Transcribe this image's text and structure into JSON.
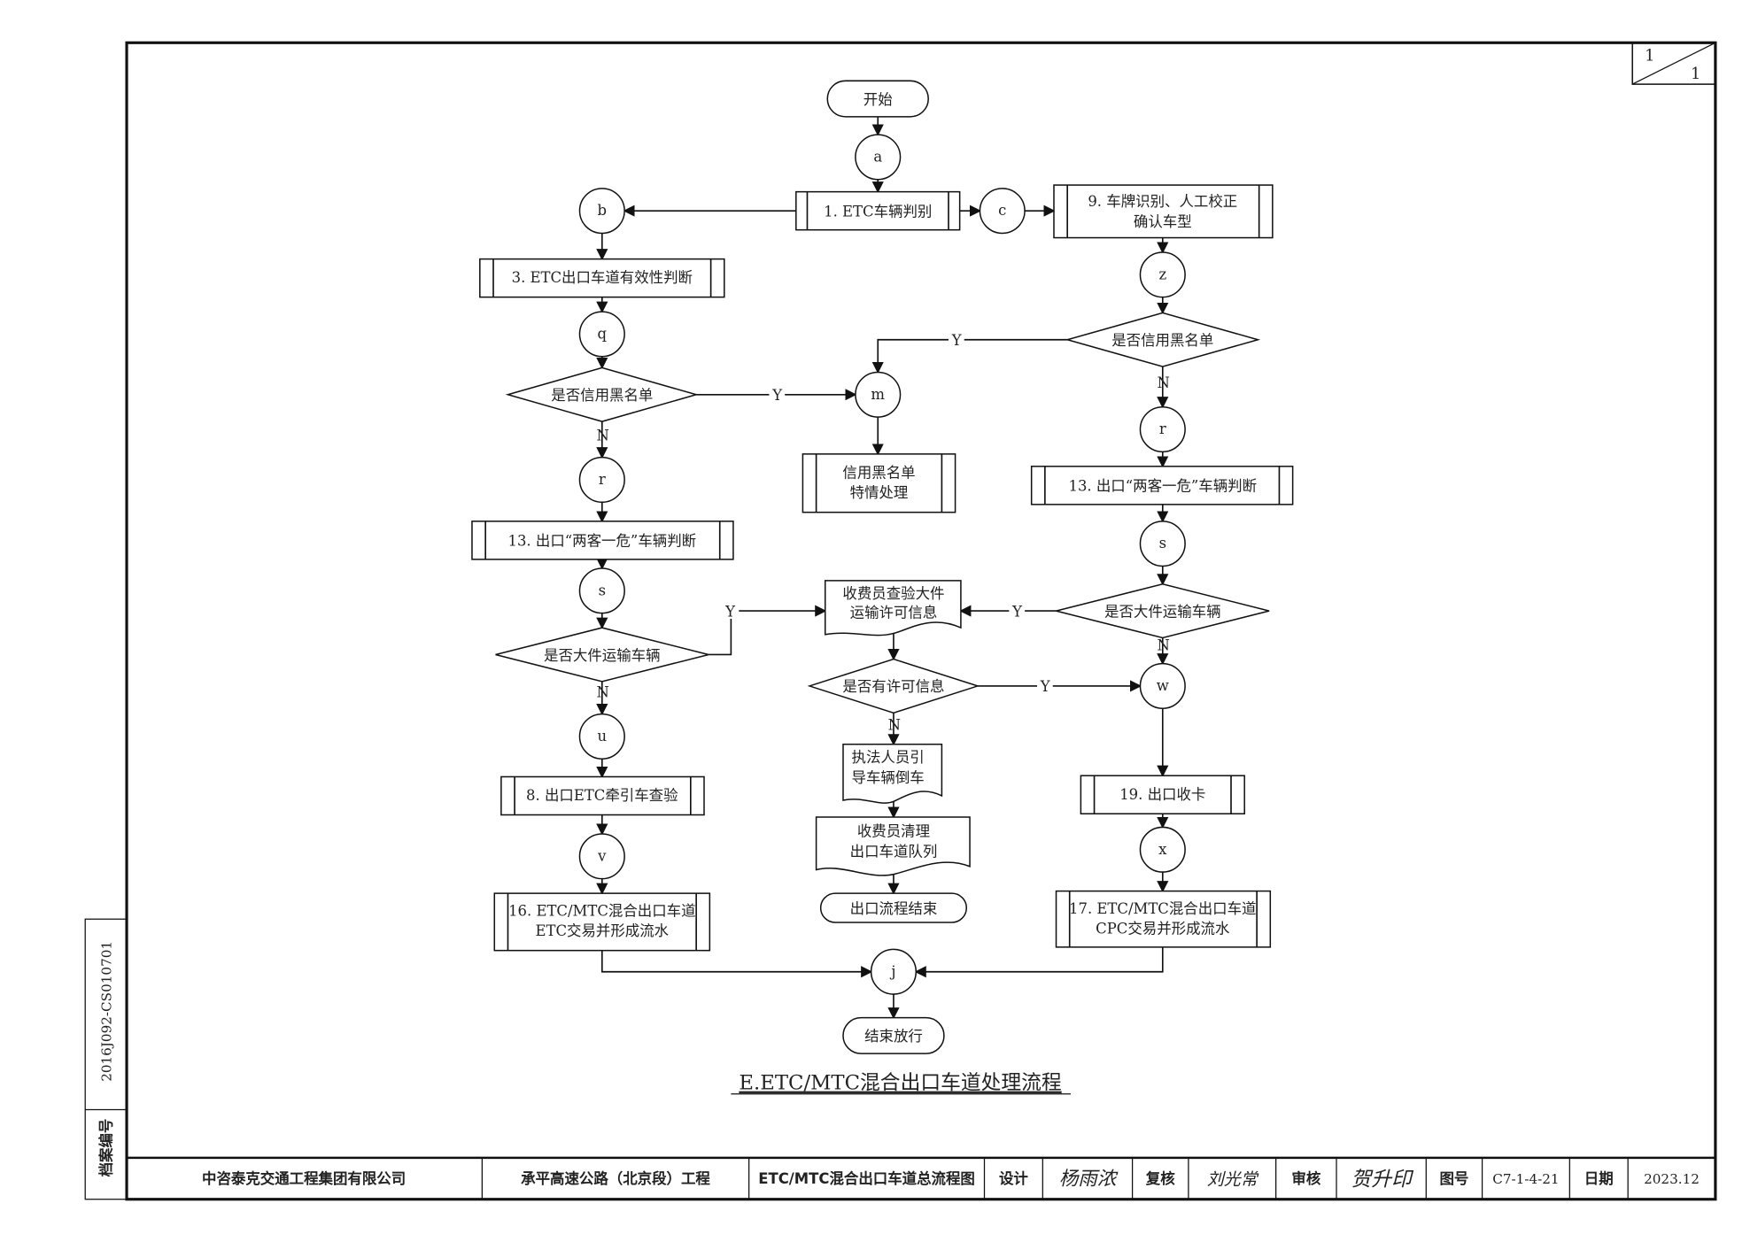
{
  "page": {
    "sheet_current": "1",
    "sheet_total": "1"
  },
  "side": {
    "code": "2016J092-CS010701",
    "label": "档案编号"
  },
  "nodes": {
    "start": "开始",
    "a": "a",
    "b": "b",
    "c": "c",
    "q": "q",
    "m": "m",
    "z": "z",
    "r1": "r",
    "r2": "r",
    "s1": "s",
    "s2": "s",
    "u": "u",
    "v": "v",
    "w": "w",
    "x": "x",
    "j": "j",
    "n1": "1. ETC车辆判别",
    "n9_l1": "9. 车牌识别、人工校正",
    "n9_l2": "确认车型",
    "n3": "3. ETC出口车道有效性判断",
    "blacklist_q": "是否信用黑名单",
    "blacklist_q2": "是否信用黑名单",
    "blacklist_l1": "信用黑名单",
    "blacklist_l2": "特情处理",
    "n13a": "13. 出口“两客一危”车辆判断",
    "n13b": "13. 出口“两客一危”车辆判断",
    "big_q1": "是否大件运输车辆",
    "big_q2": "是否大件运输车辆",
    "check_l1": "收费员查验大件",
    "check_l2": "运输许可信息",
    "permit_q": "是否有许可信息",
    "law_l1": "执法人员引",
    "law_l2": "导车辆倒车",
    "clear_l1": "收费员清理",
    "clear_l2": "出口车道队列",
    "exit_end": "出口流程结束",
    "n8": "8. 出口ETC牵引车查验",
    "n19": "19. 出口收卡",
    "n16_l1": "16. ETC/MTC混合出口车道",
    "n16_l2": "ETC交易并形成流水",
    "n17_l1": "17. ETC/MTC混合出口车道",
    "n17_l2": "CPC交易并形成流水",
    "finish": "结束放行",
    "yes": "Y",
    "no": "N"
  },
  "caption": "E.ETC/MTC混合出口车道处理流程",
  "titleblock": {
    "company": "中咨泰克交通工程集团有限公司",
    "project": "承平高速公路（北京段）工程",
    "drawing": "ETC/MTC混合出口车道总流程图",
    "design_label": "设计",
    "design_sig": "杨雨浓",
    "review_label": "复核",
    "review_sig": "刘光常",
    "approve_label": "审核",
    "approve_sig": "贺升印",
    "no_label": "图号",
    "no": "C7-1-4-21",
    "date_label": "日期",
    "date": "2023.12"
  }
}
